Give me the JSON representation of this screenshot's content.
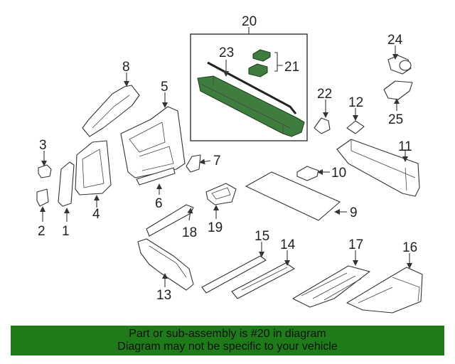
{
  "diagram": {
    "callouts": [
      "1",
      "2",
      "3",
      "4",
      "5",
      "6",
      "7",
      "8",
      "9",
      "10",
      "11",
      "12",
      "13",
      "14",
      "15",
      "16",
      "17",
      "18",
      "19",
      "20",
      "21",
      "22",
      "23",
      "24",
      "25"
    ],
    "highlight_color": "#3f7d3f"
  },
  "banner": {
    "line1": "Part or sub-assembly is #20 in diagram",
    "line2": "Diagram may not be specific to your vehicle",
    "color": "#1f7a1a"
  }
}
